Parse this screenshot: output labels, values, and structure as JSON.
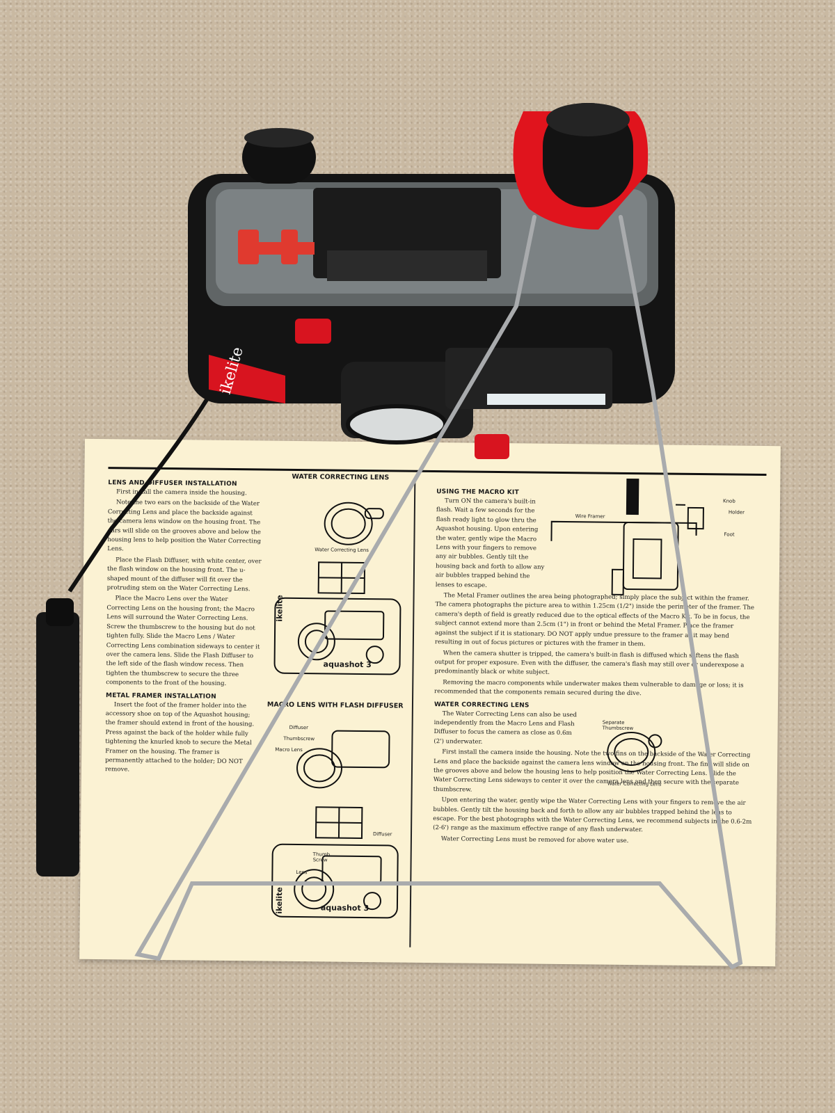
{
  "instructions": {
    "lens_diffuser": {
      "heading": "LENS AND DIFFUSER INSTALLATION",
      "paragraphs": [
        "First install the camera inside the housing.",
        "Note the two ears on the backside of the Water Correcting Lens and place the backside against the camera lens window on the housing front. The ears will slide on the grooves above and below the housing lens to help position the Water Correcting Lens.",
        "Place the Flash Diffuser, with white center, over the flash window on the housing front. The u-shaped mount of the diffuser will fit over the protruding stem on the Water Correcting Lens.",
        "Place the Macro Lens over the Water Correcting Lens on the housing front; the Macro Lens will surround the Water Correcting Lens. Screw the thumbscrew to the housing but do not tighten fully. Slide the Macro Lens / Water Correcting Lens combination sideways to center it over the camera lens. Slide the Flash Diffuser to the left side of the flash window recess. Then tighten the thumbscrew to secure the three components to the front of the housing."
      ]
    },
    "metal_framer": {
      "heading": "METAL FRAMER INSTALLATION",
      "paragraphs": [
        "Insert the foot of the framer holder into the accessory shoe on top of the Aquashot housing; the framer should extend in front of the housing. Press against the back of the holder while fully tightening the knurled knob to secure the Metal Framer on the housing. The framer is permanently attached to the holder; DO NOT remove."
      ]
    },
    "macro_kit": {
      "heading": "USING THE MACRO KIT",
      "paragraphs": [
        "Turn ON the camera's built-in flash. Wait a few seconds for the flash ready light to glow thru the Aquashot housing. Upon entering the water, gently wipe the Macro Lens with your fingers to remove any air bubbles. Gently tilt the housing back and forth to allow any air bubbles trapped behind the lenses to escape.",
        "The Metal Framer outlines the area being photographed; simply place the subject within the framer. The camera photographs the picture area to within 1.25cm (1/2\") inside the perimeter of the framer. The camera's depth of field is greatly reduced due to the optical effects of the Macro Kit. To be in focus, the subject cannot extend more than 2.5cm (1\") in front or behind the Metal Framer. Place the framer against the subject if it is stationary. DO NOT apply undue pressure to the framer as it may bend resulting in out of focus pictures or pictures with the framer in them.",
        "When the camera shutter is tripped, the camera's built-in flash is diffused which softens the flash output for proper exposure. Even with the diffuser, the camera's flash may still over or underexpose a predominantly black or white subject.",
        "Removing the macro components while underwater makes them vulnerable to damage or loss; it is recommended that the components remain secured during the dive."
      ]
    },
    "water_correcting": {
      "heading": "WATER CORRECTING LENS",
      "paragraphs": [
        "The Water Correcting Lens can also be used independently from the Macro Lens and Flash Diffuser to focus the camera as close as 0.6m (2') underwater.",
        "First install the camera inside the housing. Note the two fins on the backside of the Water Correcting Lens and place the backside against the camera lens window on the housing front. The fins will slide on the grooves above and below the housing lens to help position the Water Correcting Lens. Slide the Water Correcting Lens sideways to center it over the camera lens and then secure with the separate thumbscrew.",
        "Upon entering the water, gently wipe the Water Correcting Lens with your fingers to remove the air bubbles. Gently tilt the housing back and forth to allow any air bubbles trapped behind the lens to escape. For the best photographs with the Water Correcting Lens, we recommend subjects in the 0.6-2m (2-6') range as the maximum effective range of any flash underwater.",
        "Water Correcting Lens must be removed for above water use."
      ]
    }
  },
  "diagrams": {
    "title_water_lens": "WATER CORRECTING LENS",
    "title_macro_flash": "MACRO LENS WITH FLASH DIFFUSER",
    "caption_water_lens": "Water Correcting Lens",
    "caption_water_lens_2": "Water Correcting Lens",
    "label_diffuser": "Diffuser",
    "label_thumbscrew": "Thumbscrew",
    "label_macro_lens": "Macro Lens",
    "label_diffuser_2": "Diffuser",
    "label_thumb_screw": "Thumb Screw",
    "label_lens": "Lens",
    "label_wire_framer": "Wire Framer",
    "label_knob": "Knob",
    "label_holder": "Holder",
    "label_foot": "Foot",
    "label_separate_thumbscrew": "Separate Thumbscrew",
    "brand_on_diagram": "ikelite",
    "model_on_diagram": "aquashot 3",
    "model_on_diagram_2": "aquashot 3",
    "brand_on_diagram_2": "ikelite"
  },
  "camera": {
    "brand_label": "ikelite"
  },
  "colors": {
    "carpet": "#c9b9a2",
    "paper": "#fbf2d3",
    "housing_red": "#d8141f",
    "housing_black": "#141414",
    "wire": "#a9abad"
  }
}
